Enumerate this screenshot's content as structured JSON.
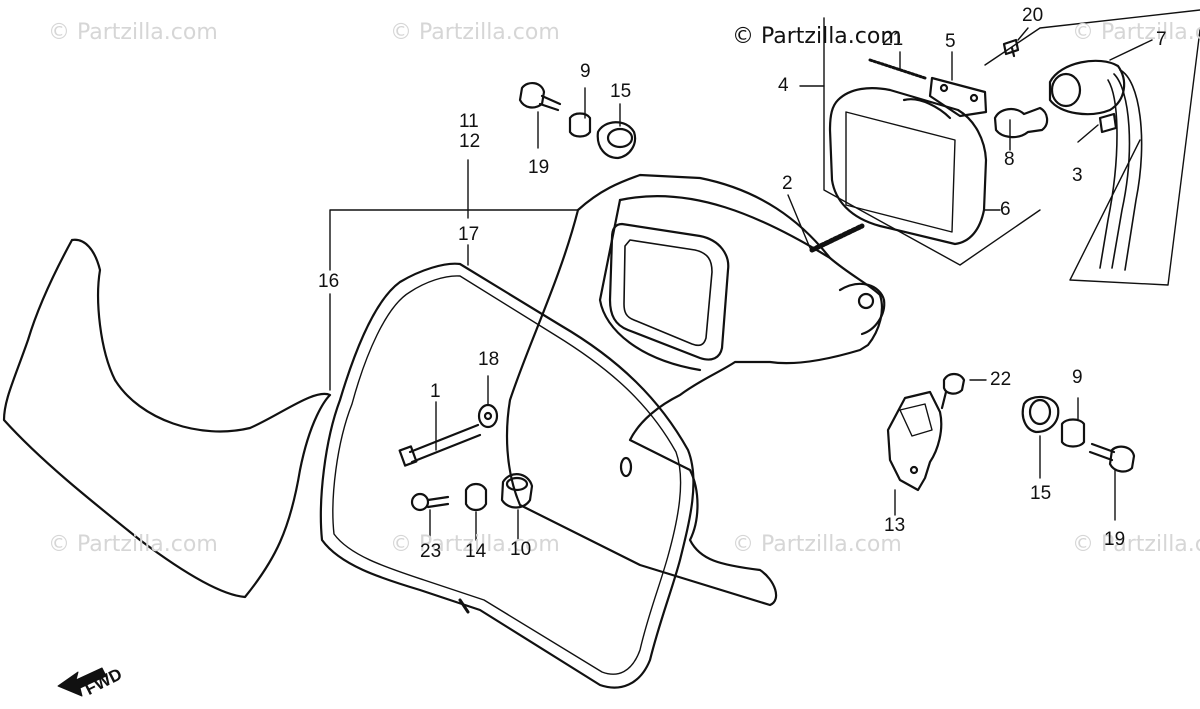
{
  "watermark": {
    "text": "© Partzilla.com",
    "main_text": "© Partzilla.com"
  },
  "direction": {
    "label": "FWD"
  },
  "callouts": {
    "c1": "1",
    "c2": "2",
    "c3": "3",
    "c4": "4",
    "c5": "5",
    "c6": "6",
    "c7": "7",
    "c8": "8",
    "c9_top": "9",
    "c9_right": "9",
    "c10": "10",
    "c11": "11",
    "c12": "12",
    "c13": "13",
    "c14": "14",
    "c15_top": "15",
    "c15_right": "15",
    "c16": "16",
    "c17": "17",
    "c18": "18",
    "c19_top": "19",
    "c19_right": "19",
    "c20": "20",
    "c21": "21",
    "c22": "22",
    "c23": "23"
  }
}
